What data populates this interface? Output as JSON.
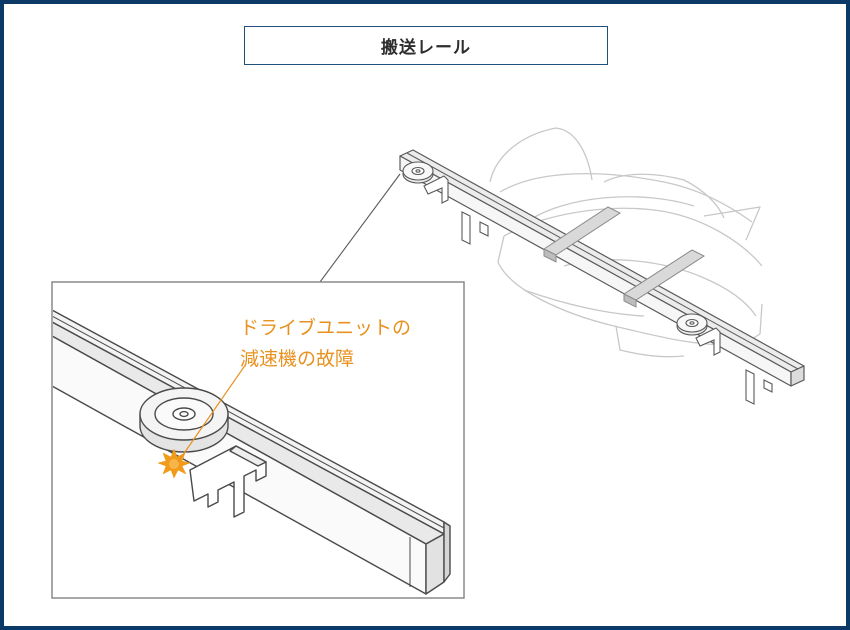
{
  "title": "搬送レール",
  "callout": {
    "line1": "ドライブユニットの",
    "line2": "減速機の故障"
  },
  "colors": {
    "frame_border": "#0b3a66",
    "title_border": "#1f4f7a",
    "callout_text": "#e8911e",
    "fault_burst": "#f29a1a",
    "line_dark": "#5a5a5a",
    "line_light": "#c8c8c8"
  }
}
